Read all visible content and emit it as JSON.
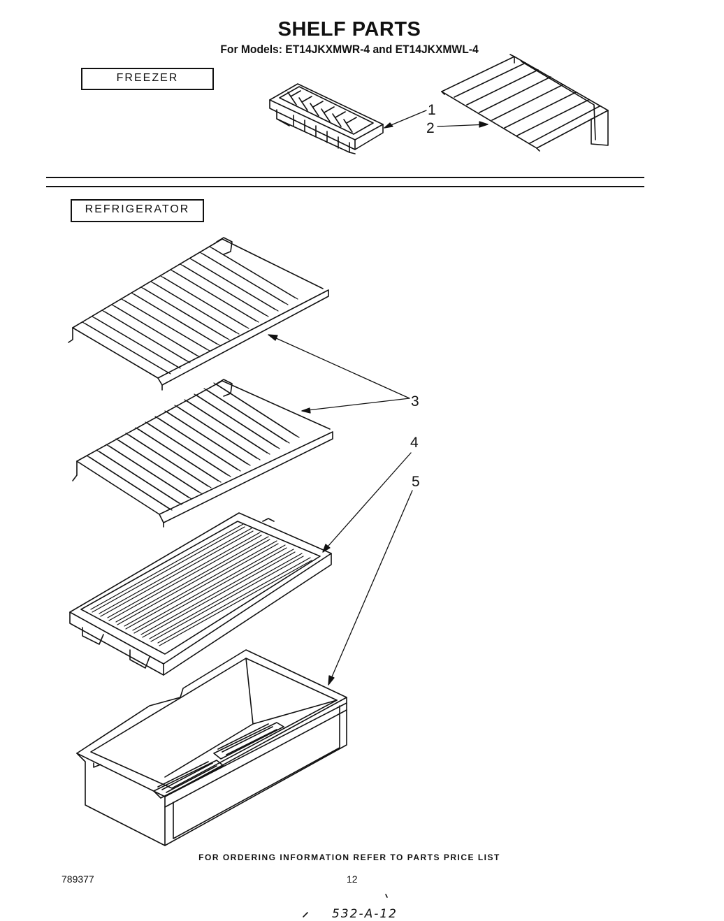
{
  "header": {
    "title": "SHELF PARTS",
    "subtitle": "For Models: ET14JKXMWR-4 and ET14JKXMWL-4"
  },
  "sections": {
    "freezer": "FREEZER",
    "refrigerator": "REFRIGERATOR"
  },
  "callouts": {
    "c1": "1",
    "c2": "2",
    "c3": "3",
    "c4": "4",
    "c5": "5"
  },
  "footer": {
    "note": "FOR ORDERING INFORMATION REFER TO PARTS PRICE LIST",
    "doc_number": "789377",
    "page_number": "12",
    "handwritten": "532-A-12"
  },
  "colors": {
    "line": "#111111",
    "background": "#ffffff"
  }
}
